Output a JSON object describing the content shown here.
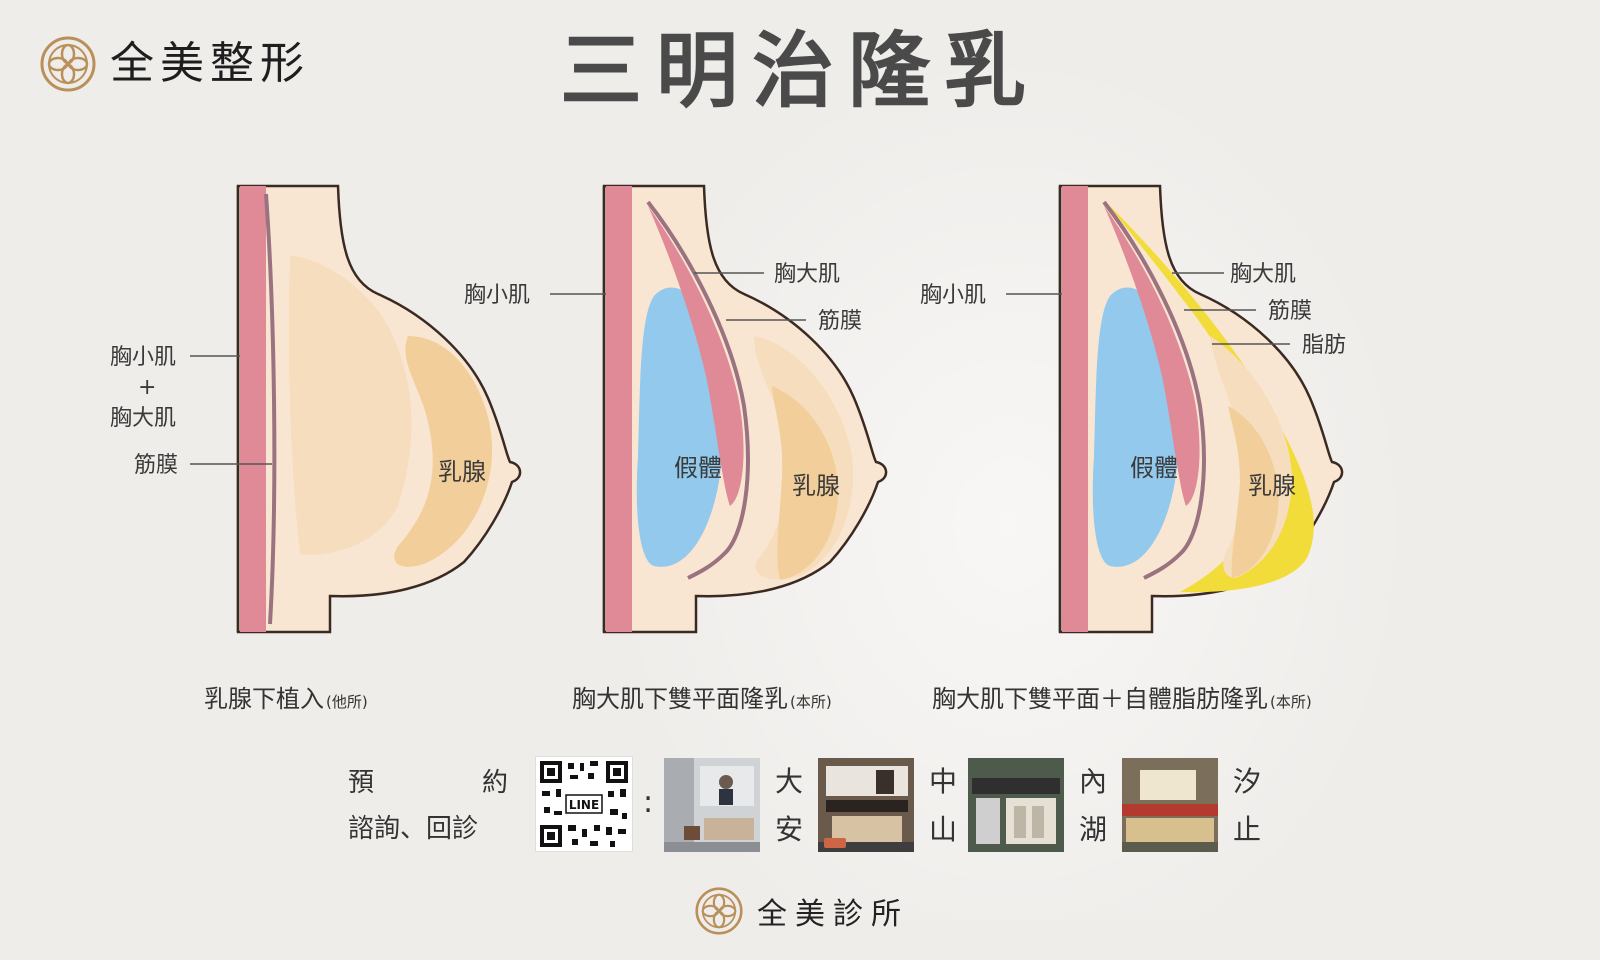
{
  "brand": {
    "name": "全美整形",
    "logo_icon": "knot-seal-icon",
    "color": "#b98f5a"
  },
  "title": "三明治隆乳",
  "colors": {
    "skin": "#f9e6d2",
    "outline": "#3b2a22",
    "muscle": "#e08a98",
    "fascia": "#9b7380",
    "gland_outer": "#f6ddbd",
    "gland_inner": "#f2cf9a",
    "implant": "#92c9ec",
    "fat": "#f2dc3a"
  },
  "diagrams": [
    {
      "labels": {
        "muscle_top": "胸小肌",
        "plus": "+",
        "muscle_bottom": "胸大肌",
        "fascia": "筋膜",
        "gland": "乳腺"
      },
      "caption": "乳腺下植入",
      "caption_note": "(他所)"
    },
    {
      "labels": {
        "minor": "胸小肌",
        "major": "胸大肌",
        "fascia": "筋膜",
        "implant": "假體",
        "gland": "乳腺"
      },
      "caption": "胸大肌下雙平面隆乳",
      "caption_note": "(本所)"
    },
    {
      "labels": {
        "minor": "胸小肌",
        "major": "胸大肌",
        "fascia": "筋膜",
        "fat": "脂肪",
        "implant": "假體",
        "gland": "乳腺"
      },
      "caption": "胸大肌下雙平面＋自體脂肪隆乳",
      "caption_note": "(本所)"
    }
  ],
  "booking": {
    "line1_a": "預",
    "line1_b": "約",
    "line2": "諮詢、回診",
    "qr_label": "LINE",
    "colon": ":"
  },
  "branches": [
    {
      "c1": "大",
      "c2": "安"
    },
    {
      "c1": "中",
      "c2": "山"
    },
    {
      "c1": "內",
      "c2": "湖"
    },
    {
      "c1": "汐",
      "c2": "止"
    }
  ],
  "footer": {
    "name": "全美診所"
  }
}
